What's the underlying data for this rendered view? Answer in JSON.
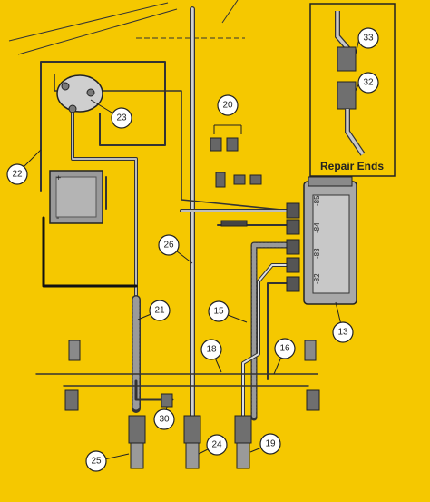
{
  "callouts": [
    {
      "id": "c33",
      "text": "33"
    },
    {
      "id": "c32",
      "text": "32"
    },
    {
      "id": "c20",
      "text": "20"
    },
    {
      "id": "c22",
      "text": "22"
    },
    {
      "id": "c23",
      "text": "23"
    },
    {
      "id": "c26",
      "text": "26"
    },
    {
      "id": "c21",
      "text": "21"
    },
    {
      "id": "c15",
      "text": "15"
    },
    {
      "id": "c13",
      "text": "13"
    },
    {
      "id": "c18",
      "text": "18"
    },
    {
      "id": "c16",
      "text": "16"
    },
    {
      "id": "c30",
      "text": "30"
    },
    {
      "id": "c25",
      "text": "25"
    },
    {
      "id": "c24",
      "text": "24"
    },
    {
      "id": "c19",
      "text": "19"
    }
  ],
  "inset": {
    "caption": "Repair Ends"
  },
  "battery": {
    "plus": "+",
    "minus": "-"
  },
  "fuse_labels": {
    "f85": "-85",
    "f84": "-84",
    "f83": "-83",
    "f82": "-82"
  },
  "colors": {
    "background": "#f5c800",
    "wire": "#8a8a8a",
    "outline": "#222222",
    "component": "#7a7a7a"
  }
}
